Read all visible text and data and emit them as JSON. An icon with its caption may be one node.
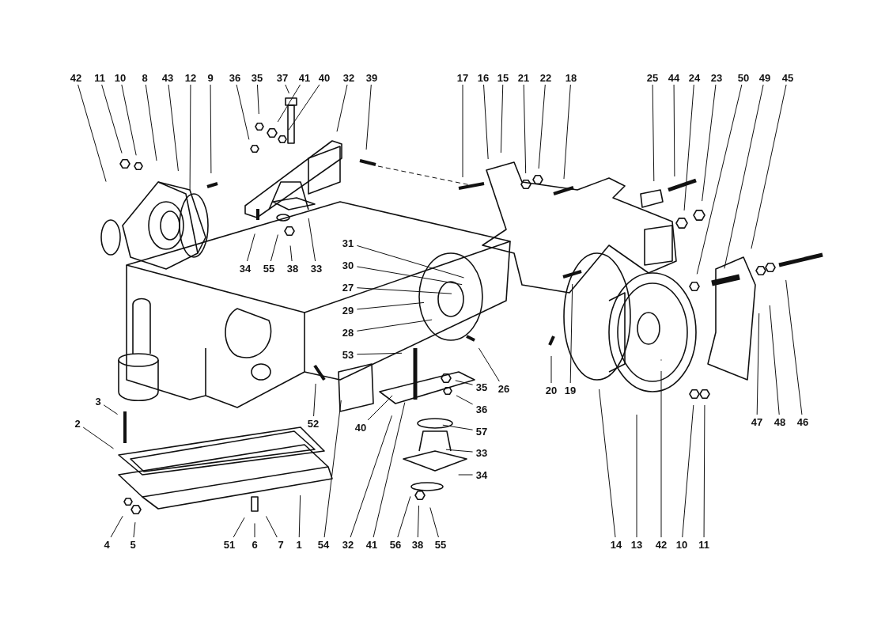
{
  "diagram": {
    "nodes": [
      {
        "text": [
          "42"
        ]
      },
      {
        "text": [
          "11"
        ]
      },
      {
        "text": [
          "10"
        ]
      },
      {
        "text": [
          "8"
        ]
      },
      {
        "text": [
          "43"
        ]
      },
      {
        "text": [
          "12"
        ]
      },
      {
        "text": [
          "9"
        ]
      },
      {
        "text": [
          "36"
        ]
      },
      {
        "text": [
          "35"
        ]
      },
      {
        "text": [
          "37"
        ]
      },
      {
        "text": [
          "41"
        ]
      },
      {
        "text": [
          "40"
        ]
      },
      {
        "text": [
          "32"
        ]
      },
      {
        "text": [
          "39"
        ]
      },
      {
        "text": [
          "17"
        ]
      },
      {
        "text": [
          "16"
        ]
      },
      {
        "text": [
          "15"
        ]
      },
      {
        "text": [
          "21"
        ]
      },
      {
        "text": [
          "22"
        ]
      },
      {
        "text": [
          "18"
        ]
      },
      {
        "text": [
          "25"
        ]
      },
      {
        "text": [
          "44"
        ]
      },
      {
        "text": [
          "24"
        ]
      },
      {
        "text": [
          "23"
        ]
      },
      {
        "text": [
          "50"
        ]
      },
      {
        "text": [
          "49"
        ]
      },
      {
        "text": [
          "45"
        ]
      },
      {
        "text": [
          "34"
        ]
      },
      {
        "text": [
          "55"
        ]
      },
      {
        "text": [
          "38"
        ]
      },
      {
        "text": [
          "33"
        ]
      },
      {
        "text": [
          "31"
        ]
      },
      {
        "text": [
          "30"
        ]
      },
      {
        "text": [
          "27"
        ]
      },
      {
        "text": [
          "29"
        ]
      },
      {
        "text": [
          "28"
        ]
      },
      {
        "text": [
          "53"
        ]
      },
      {
        "text": [
          "35"
        ]
      },
      {
        "text": [
          "26"
        ]
      },
      {
        "text": [
          "20"
        ]
      },
      {
        "text": [
          "19"
        ]
      },
      {
        "text": [
          "36"
        ]
      },
      {
        "text": [
          "57"
        ]
      },
      {
        "text": [
          "33"
        ]
      },
      {
        "text": [
          "34"
        ]
      },
      {
        "text": [
          "3"
        ]
      },
      {
        "text": [
          "2"
        ]
      },
      {
        "text": [
          "52"
        ]
      },
      {
        "text": [
          "40"
        ]
      },
      {
        "text": [
          "47"
        ]
      },
      {
        "text": [
          "48"
        ]
      },
      {
        "text": [
          "46"
        ]
      },
      {
        "text": [
          "4"
        ]
      },
      {
        "text": [
          "5"
        ]
      },
      {
        "text": [
          "51"
        ]
      },
      {
        "text": [
          "6"
        ]
      },
      {
        "text": [
          "7"
        ]
      },
      {
        "text": [
          "1"
        ]
      },
      {
        "text": [
          "54"
        ]
      },
      {
        "text": [
          "32"
        ]
      },
      {
        "text": [
          "41"
        ]
      },
      {
        "text": [
          "56"
        ]
      },
      {
        "text": [
          "38"
        ]
      },
      {
        "text": [
          "55"
        ]
      },
      {
        "text": [
          "14"
        ]
      },
      {
        "text": [
          "13"
        ]
      },
      {
        "text": [
          "42"
        ]
      },
      {
        "text": [
          "10"
        ]
      },
      {
        "text": [
          "11"
        ]
      }
    ],
    "edges": [
      {
        "from": 0,
        "to": null,
        "arrow": "none"
      },
      {
        "from": 1,
        "to": null,
        "arrow": "none"
      },
      {
        "from": 2,
        "to": null,
        "arrow": "none"
      },
      {
        "from": 3,
        "to": null,
        "arrow": "none"
      },
      {
        "from": 4,
        "to": null,
        "arrow": "none"
      },
      {
        "from": 5,
        "to": null,
        "arrow": "none"
      },
      {
        "from": 6,
        "to": null,
        "arrow": "none"
      },
      {
        "from": 7,
        "to": null,
        "arrow": "none"
      },
      {
        "from": 8,
        "to": null,
        "arrow": "none"
      },
      {
        "from": 9,
        "to": null,
        "arrow": "none"
      },
      {
        "from": 10,
        "to": null,
        "arrow": "none"
      },
      {
        "from": 11,
        "to": null,
        "arrow": "none"
      },
      {
        "from": 12,
        "to": null,
        "arrow": "none"
      },
      {
        "from": 13,
        "to": null,
        "arrow": "none"
      },
      {
        "from": 14,
        "to": null,
        "arrow": "none"
      },
      {
        "from": 15,
        "to": null,
        "arrow": "none"
      },
      {
        "from": 16,
        "to": null,
        "arrow": "none"
      },
      {
        "from": 17,
        "to": null,
        "arrow": "none"
      },
      {
        "from": 18,
        "to": null,
        "arrow": "none"
      },
      {
        "from": 19,
        "to": null,
        "arrow": "none"
      },
      {
        "from": 20,
        "to": null,
        "arrow": "none"
      },
      {
        "from": 21,
        "to": null,
        "arrow": "none"
      },
      {
        "from": 22,
        "to": null,
        "arrow": "none"
      },
      {
        "from": 23,
        "to": null,
        "arrow": "none"
      },
      {
        "from": 24,
        "to": null,
        "arrow": "none"
      },
      {
        "from": 25,
        "to": null,
        "arrow": "none"
      },
      {
        "from": 26,
        "to": null,
        "arrow": "none"
      },
      {
        "from": 27,
        "to": null,
        "arrow": "none"
      },
      {
        "from": 28,
        "to": null,
        "arrow": "none"
      },
      {
        "from": 29,
        "to": null,
        "arrow": "none"
      },
      {
        "from": 30,
        "to": null,
        "arrow": "none"
      },
      {
        "from": 31,
        "to": null,
        "arrow": "none"
      },
      {
        "from": 32,
        "to": null,
        "arrow": "none"
      },
      {
        "from": 33,
        "to": null,
        "arrow": "none"
      },
      {
        "from": 34,
        "to": null,
        "arrow": "none"
      },
      {
        "from": 35,
        "to": null,
        "arrow": "none"
      },
      {
        "from": 36,
        "to": null,
        "arrow": "none"
      },
      {
        "from": 37,
        "to": null,
        "arrow": "none"
      },
      {
        "from": 38,
        "to": null,
        "arrow": "none"
      },
      {
        "from": 39,
        "to": null,
        "arrow": "none"
      },
      {
        "from": 40,
        "to": null,
        "arrow": "none"
      },
      {
        "from": 41,
        "to": null,
        "arrow": "none"
      },
      {
        "from": 42,
        "to": null,
        "arrow": "none"
      },
      {
        "from": 43,
        "to": null,
        "arrow": "none"
      },
      {
        "from": 44,
        "to": null,
        "arrow": "none"
      },
      {
        "from": 45,
        "to": null,
        "arrow": "none"
      },
      {
        "from": 46,
        "to": null,
        "arrow": "none"
      },
      {
        "from": 47,
        "to": null,
        "arrow": "none"
      },
      {
        "from": 48,
        "to": null,
        "arrow": "none"
      },
      {
        "from": 49,
        "to": null,
        "arrow": "none"
      },
      {
        "from": 50,
        "to": null,
        "arrow": "none"
      },
      {
        "from": 51,
        "to": null,
        "arrow": "none"
      },
      {
        "from": 52,
        "to": null,
        "arrow": "none"
      },
      {
        "from": 53,
        "to": null,
        "arrow": "none"
      },
      {
        "from": 54,
        "to": null,
        "arrow": "none"
      },
      {
        "from": 55,
        "to": null,
        "arrow": "none"
      },
      {
        "from": 56,
        "to": null,
        "arrow": "none"
      },
      {
        "from": 57,
        "to": null,
        "arrow": "none"
      },
      {
        "from": 58,
        "to": null,
        "arrow": "none"
      },
      {
        "from": 59,
        "to": null,
        "arrow": "none"
      },
      {
        "from": 60,
        "to": null,
        "arrow": "none"
      },
      {
        "from": 61,
        "to": null,
        "arrow": "none"
      },
      {
        "from": 62,
        "to": null,
        "arrow": "none"
      },
      {
        "from": 63,
        "to": null,
        "arrow": "none"
      },
      {
        "from": 64,
        "to": null,
        "arrow": "none"
      },
      {
        "from": 65,
        "to": null,
        "arrow": "none"
      },
      {
        "from": 66,
        "to": null,
        "arrow": "none"
      },
      {
        "from": 67,
        "to": null,
        "arrow": "none"
      },
      {
        "from": 68,
        "to": null,
        "arrow": "none"
      }
    ]
  }
}
